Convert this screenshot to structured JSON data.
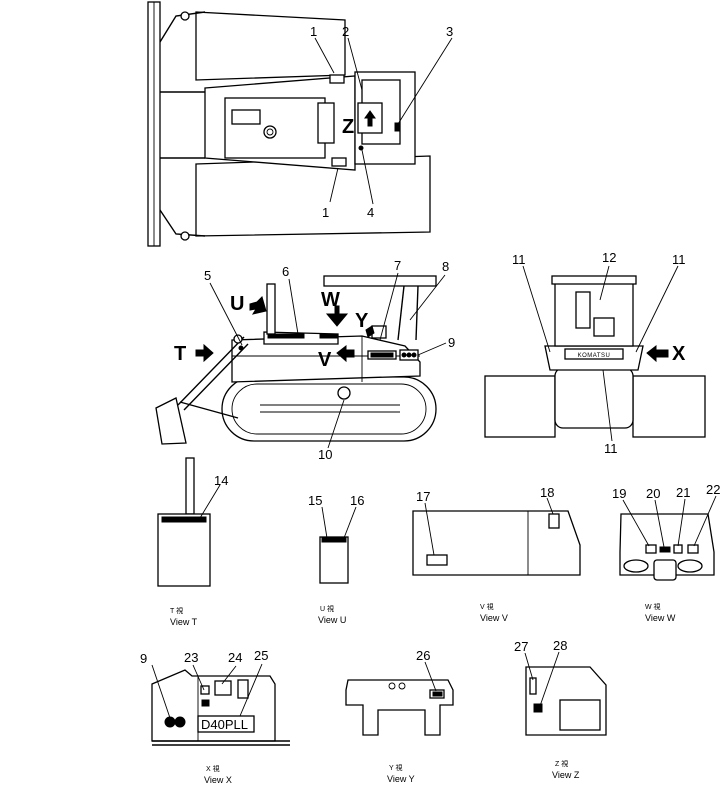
{
  "callouts": {
    "n1a": "1",
    "n2": "2",
    "n3": "3",
    "n1b": "1",
    "n4": "4",
    "n5": "5",
    "n6": "6",
    "n7": "7",
    "n8": "8",
    "n9a": "9",
    "n10": "10",
    "n11a": "11",
    "n12": "12",
    "n11b": "11",
    "n11c": "11",
    "n14": "14",
    "n15": "15",
    "n16": "16",
    "n17": "17",
    "n18": "18",
    "n19": "19",
    "n20": "20",
    "n21": "21",
    "n22": "22",
    "n9b": "9",
    "n23": "23",
    "n24": "24",
    "n25": "25",
    "n26": "26",
    "n27": "27",
    "n28": "28"
  },
  "view_arrows": {
    "z": "Z",
    "u": "U",
    "t": "T",
    "w": "W",
    "y": "Y",
    "v": "V",
    "x": "X"
  },
  "decals": {
    "brand": "KOMATSU",
    "model": "D40PLL"
  },
  "captions": {
    "t": {
      "cjk": "T  視",
      "en": "View T"
    },
    "u": {
      "cjk": "U  視",
      "en": "View U"
    },
    "v": {
      "cjk": "V  視",
      "en": "View V"
    },
    "w": {
      "cjk": "W  視",
      "en": "View W"
    },
    "x": {
      "cjk": "X  視",
      "en": "View X"
    },
    "y": {
      "cjk": "Y  視",
      "en": "View Y"
    },
    "z": {
      "cjk": "Z  視",
      "en": "View Z"
    }
  }
}
